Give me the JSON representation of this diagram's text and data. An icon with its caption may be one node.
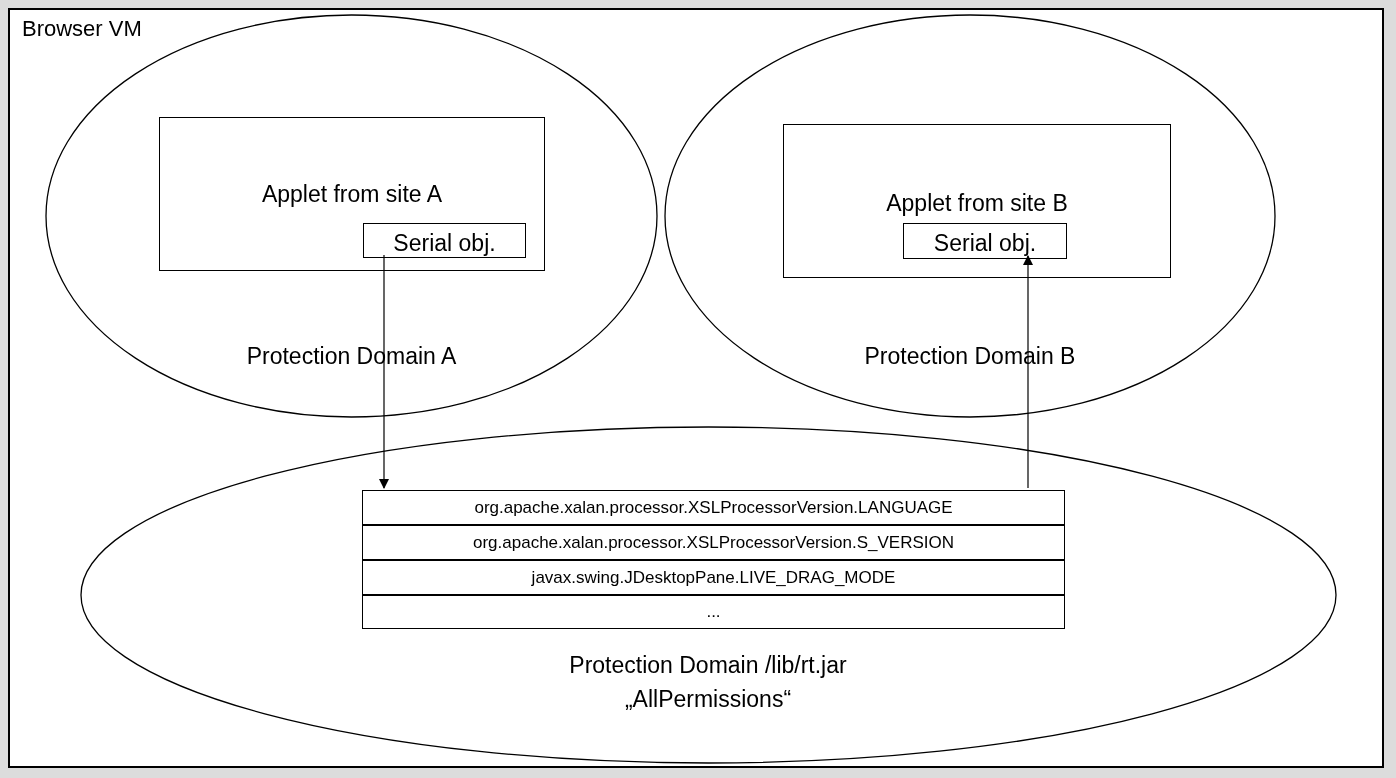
{
  "diagram": {
    "nodes": [
      {
        "text": [
          "Browser VM"
        ]
      },
      {
        "text": [
          "Protection Domain A"
        ],
        "in": 0
      },
      {
        "text": [
          "Applet from site A"
        ],
        "in": 1
      },
      {
        "text": [
          "Serial obj."
        ],
        "in": 2
      },
      {
        "text": [
          "Protection Domain B"
        ],
        "in": 0
      },
      {
        "text": [
          "Applet from site B"
        ],
        "in": 4
      },
      {
        "text": [
          "Serial obj."
        ],
        "in": 5
      },
      {
        "text": [
          "Protection Domain /lib/rt.jar „AllPermissions“"
        ],
        "in": 0
      },
      {
        "text": [
          "org.apache.xalan.processor.XSLProcessorVersion.LANGUAGE"
        ],
        "in": 7
      },
      {
        "text": [
          "org.apache.xalan.processor.XSLProcessorVersion.S_VERSION"
        ],
        "in": 7
      },
      {
        "text": [
          "javax.swing.JDesktopPane.LIVE_DRAG_MODE"
        ],
        "in": 7
      },
      {
        "text": [
          "..."
        ],
        "in": 7
      }
    ],
    "edges": [
      {
        "from": 3,
        "to": 8,
        "arrow": "to"
      },
      {
        "from": 8,
        "to": 6,
        "arrow": "to"
      }
    ]
  }
}
